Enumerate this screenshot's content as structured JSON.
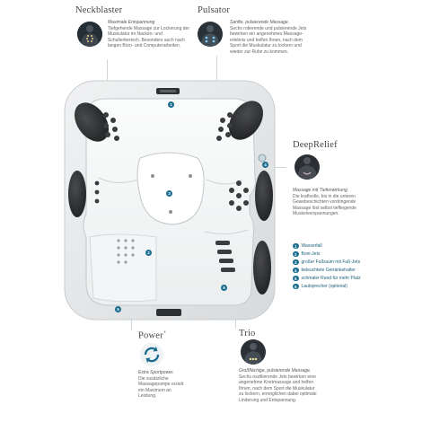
{
  "features": {
    "neckblaster": {
      "title": "Neckblaster",
      "subtitle": "Maximale Entspannung",
      "text": "Tiefgehende Massage zur Lockerung der Muskulatur im Nacken- und Schulterbereich. Besonders auch nach langen Büro- und Computerarbeiten."
    },
    "pulsator": {
      "title": "Pulsator",
      "subtitle": "Sanfte, pulsierende Massage.",
      "text": "Sechs rotierende und pulsierende Jets bewirken ein angenehmes Massage-erlebnis und helfen Ihnen, nach dem Sport die Muskulatur zu lockern und wieder zur Ruhe zu kommen."
    },
    "deeprelief": {
      "title": "DeepRelief",
      "subtitle": "Massage mit Tiefenwirkung.",
      "text": "Die kraftvolle, bis in die unteren Gewebeschichten vordringende Massage löst selbst tiefliegende Muskelverspannungen."
    },
    "power": {
      "title": "Power",
      "title_sup": "+",
      "subtitle": "Extra Sportpower.",
      "text": "Die zusätzliche Massagepumpe erzielt ein Maximum an Leistung."
    },
    "trio": {
      "title": "Trio",
      "subtitle": "Großflächige, pulsierende Massage.",
      "text": "Sechs oszillierende Jets bewirken eine angenehme Knetmassage und helfen Ihnen, nach dem Sport die Muskulatur zu lockern, ermöglichen dabei optimale Linderung und Entspannung."
    }
  },
  "legend": [
    {
      "num": "1",
      "label": "Wasserfall"
    },
    {
      "num": "2",
      "label": "Boni-Jets"
    },
    {
      "num": "3",
      "label": "großer Fußraum mit Fuß-Jets"
    },
    {
      "num": "4",
      "label": "beleuchtete Getränkehalter"
    },
    {
      "num": "5",
      "label": "schmaler Rand für mehr Platz"
    },
    {
      "num": "6",
      "label": "Lautsprecher (optional)"
    }
  ],
  "tub_markers": [
    "1",
    "2",
    "3",
    "4",
    "5",
    "6"
  ],
  "colors": {
    "accent": "#1b6d8f",
    "tub_shell": "#e6e8ea",
    "tub_interior": "#f7f8f9",
    "pillow": "#2b2c2e",
    "line": "#cfd6db"
  },
  "icons": {
    "power": "circular-arrows-icon",
    "torso": "human-torso-icon"
  }
}
